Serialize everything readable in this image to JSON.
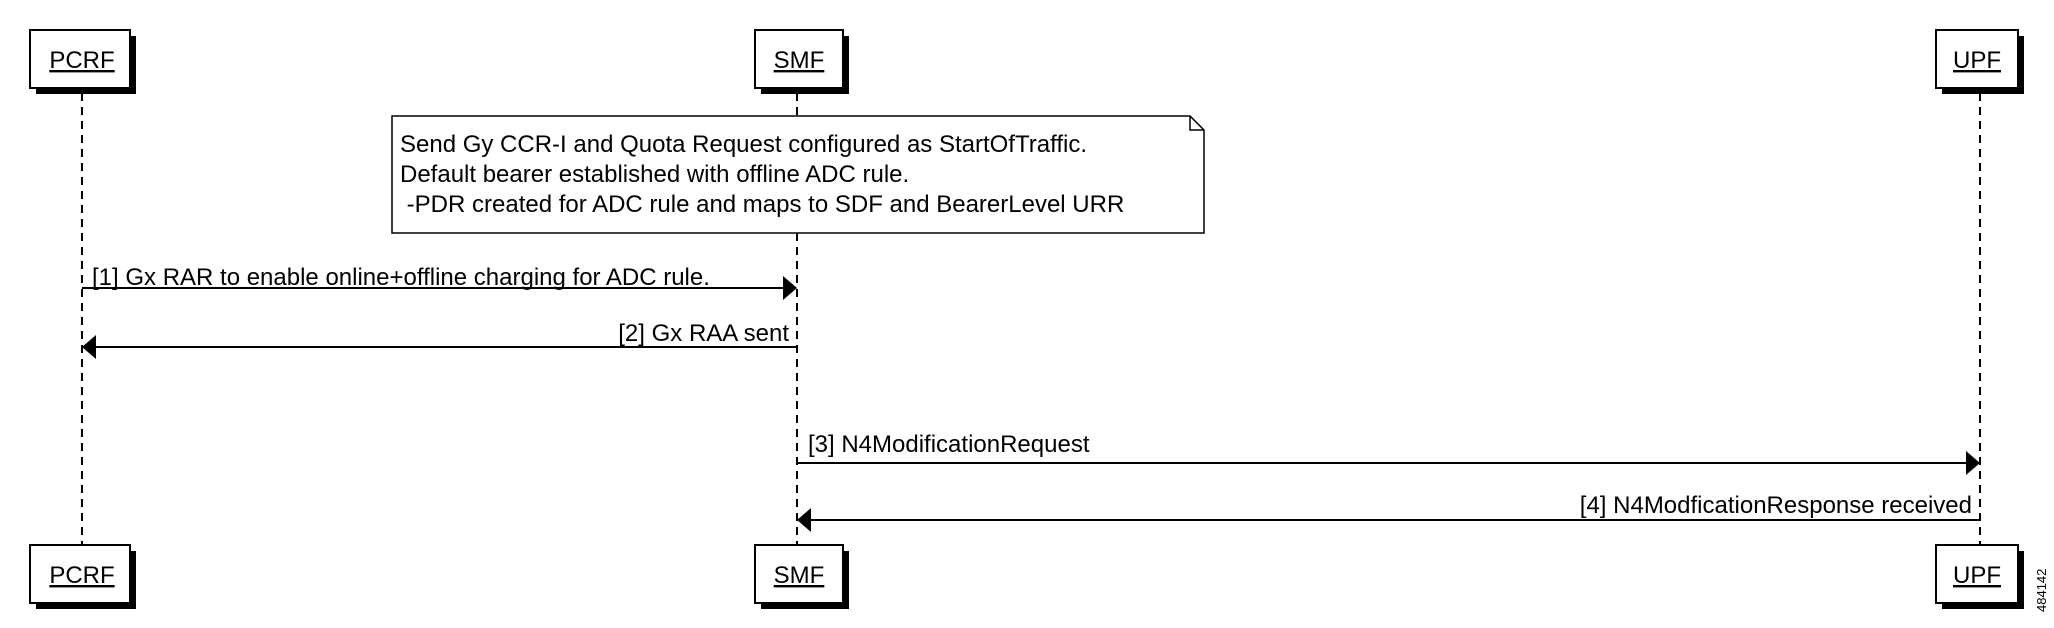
{
  "participants": [
    {
      "id": "pcrf",
      "label": "PCRF"
    },
    {
      "id": "smf",
      "label": "SMF"
    },
    {
      "id": "upf",
      "label": "UPF"
    }
  ],
  "note": {
    "lines": [
      "Send Gy CCR-I and Quota Request configured as StartOfTraffic.",
      "Default bearer established with offline ADC rule.",
      " -PDR created for ADC rule and maps to SDF and BearerLevel URR"
    ]
  },
  "messages": [
    {
      "label": "[1] Gx RAR to enable online+offline charging for ADC rule.",
      "from": "pcrf",
      "to": "smf"
    },
    {
      "label": "[2] Gx RAA sent",
      "from": "smf",
      "to": "pcrf"
    },
    {
      "label": "[3] N4ModificationRequest",
      "from": "smf",
      "to": "upf"
    },
    {
      "label": "[4] N4ModficationResponse received",
      "from": "upf",
      "to": "smf"
    }
  ],
  "figure_id": "484142"
}
